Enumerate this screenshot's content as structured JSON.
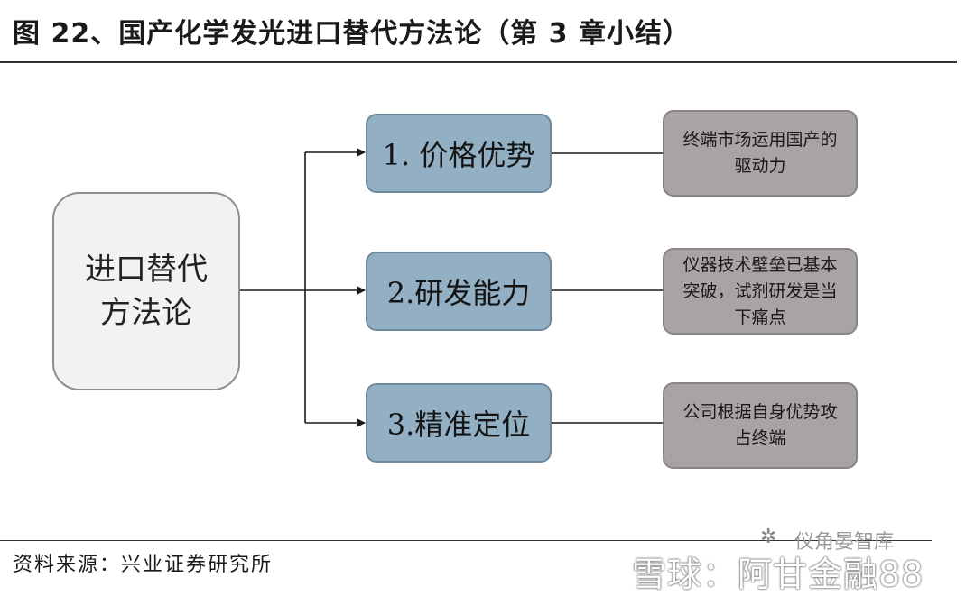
{
  "header": {
    "title": "图 22、国产化学发光进口替代方法论（第 3 章小结）"
  },
  "diagram": {
    "root": {
      "label": "进口替代方法论"
    },
    "methods": [
      {
        "label": "1. 价格优势",
        "description": "终端市场运用国产的驱动力"
      },
      {
        "label": "2.研发能力",
        "description": "仪器技术壁垒已基本突破，试剂研发是当下痛点"
      },
      {
        "label": "3.精准定位",
        "description": "公司根据自身优势攻占终端"
      }
    ]
  },
  "footer": {
    "source": "资料来源：兴业证券研究所"
  },
  "watermark": {
    "icon": "wechat-icon",
    "small_text": "仪角晏智库",
    "main_text": "雪球：阿甘金融88"
  },
  "colors": {
    "method_fill": "#92afc3",
    "description_fill": "#aaa3a3",
    "root_fill": "#f2f2f2"
  }
}
